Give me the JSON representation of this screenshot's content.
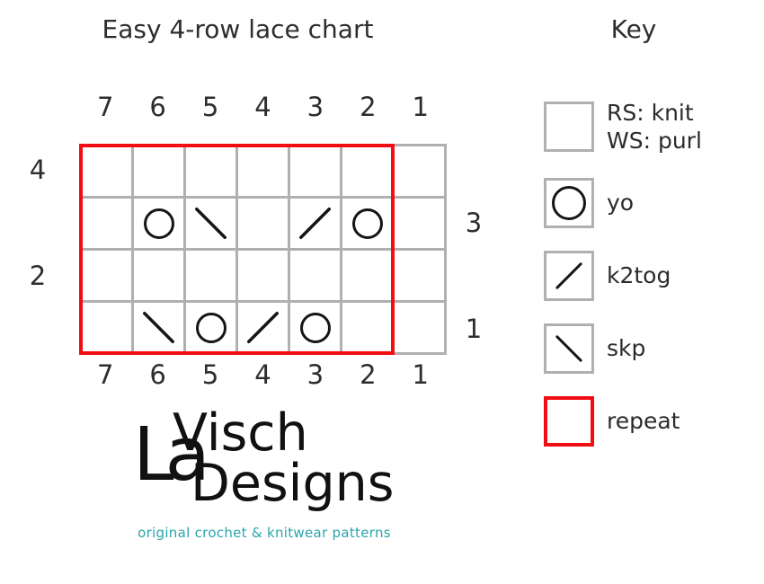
{
  "chart": {
    "title": "Easy 4-row lace chart",
    "columns_top": [
      "7",
      "6",
      "5",
      "4",
      "3",
      "2",
      "1"
    ],
    "columns_bottom": [
      "7",
      "6",
      "5",
      "4",
      "3",
      "2",
      "1"
    ],
    "left_row_numbers": [
      "4",
      "",
      "2",
      ""
    ],
    "right_row_numbers": [
      "",
      "3",
      "",
      "1"
    ],
    "grid": {
      "cols": 7,
      "rows": 4,
      "cells": [
        [
          "",
          "",
          "",
          "",
          "",
          "",
          ""
        ],
        [
          "",
          "yo",
          "skp",
          "",
          "k2tog",
          "yo",
          ""
        ],
        [
          "",
          "",
          "",
          "",
          "",
          "",
          ""
        ],
        [
          "",
          "skp",
          "yo",
          "k2tog",
          "yo",
          "",
          ""
        ]
      ],
      "repeat_span_cols": 6
    },
    "colors": {
      "grid_line": "#b0b0b0",
      "symbol": "#151515",
      "repeat": "#f20d12"
    }
  },
  "key": {
    "title": "Key",
    "items": [
      {
        "symbol": "none",
        "label_lines": [
          "RS: knit",
          "WS: purl"
        ]
      },
      {
        "symbol": "yo",
        "label_lines": [
          "yo"
        ]
      },
      {
        "symbol": "k2tog",
        "label_lines": [
          "k2tog"
        ]
      },
      {
        "symbol": "skp",
        "label_lines": [
          "skp"
        ]
      },
      {
        "symbol": "repeat",
        "label_lines": [
          "repeat"
        ]
      }
    ]
  },
  "logo": {
    "la": "La",
    "line1": "Visch",
    "line2": "Designs",
    "tagline": "original crochet & knitwear patterns",
    "tagline_color": "#2aa5aa",
    "text_color": "#111111"
  }
}
